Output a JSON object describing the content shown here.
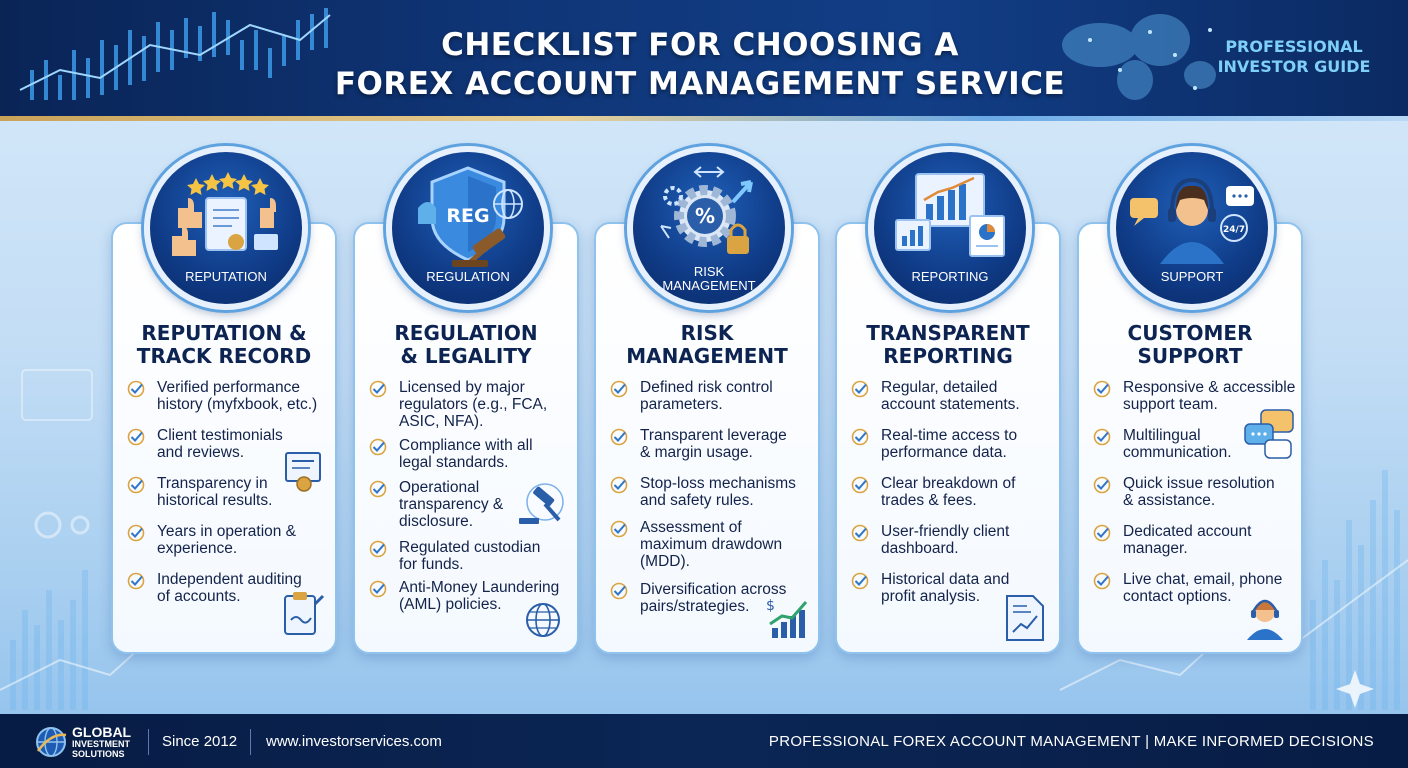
{
  "header": {
    "title_line1": "CHECKLIST FOR CHOOSING A",
    "title_line2": "FOREX ACCOUNT MANAGEMENT SERVICE",
    "guide_line1": "PROFESSIONAL",
    "guide_line2": "INVESTOR GUIDE"
  },
  "cards": [
    {
      "badge_label": "REPUTATION",
      "title_line1": "REPUTATION &",
      "title_line2": "TRACK RECORD",
      "icon": "reputation-thumbs-up-icon",
      "items": [
        {
          "line1": "Verified performance",
          "line2": "history (myfxbook, etc.)"
        },
        {
          "line1": "Client testimonials",
          "line2": "and reviews."
        },
        {
          "line1": "Transparency in",
          "line2": "historical results."
        },
        {
          "line1": "Years in operation &",
          "line2": "experience."
        },
        {
          "line1": "Independent auditing",
          "line2": "of accounts."
        }
      ]
    },
    {
      "badge_label": "REGULATION",
      "badge_text": "REG",
      "title_line1": "REGULATION",
      "title_line2": "& LEGALITY",
      "icon": "regulation-shield-gavel-icon",
      "items": [
        {
          "line1": "Licensed by major",
          "line2": "regulators (e.g., FCA,",
          "line3": "ASIC, NFA)."
        },
        {
          "line1": "Compliance with all",
          "line2": "legal standards."
        },
        {
          "line1": "Operational",
          "line2": "transparency &",
          "line3": "disclosure."
        },
        {
          "line1": "Regulated custodian",
          "line2": "for funds."
        },
        {
          "line1": "Anti-Money Laundering",
          "line2": "(AML) policies."
        }
      ]
    },
    {
      "badge_label_line1": "RISK",
      "badge_label_line2": "MANAGEMENT",
      "title_line1": "RISK",
      "title_line2": "MANAGEMENT",
      "icon": "risk-gear-lock-icon",
      "items": [
        {
          "line1": "Defined risk control",
          "line2": "parameters."
        },
        {
          "line1": "Transparent leverage",
          "line2": "& margin usage."
        },
        {
          "line1": "Stop-loss mechanisms",
          "line2": "and safety rules."
        },
        {
          "line1": "Assessment of",
          "line2": "maximum drawdown",
          "line3": "(MDD)."
        },
        {
          "line1": "Diversification across",
          "line2": "pairs/strategies."
        }
      ]
    },
    {
      "badge_label": "REPORTING",
      "title_line1": "TRANSPARENT",
      "title_line2": "REPORTING",
      "icon": "reporting-charts-icon",
      "items": [
        {
          "line1": "Regular, detailed",
          "line2": "account statements."
        },
        {
          "line1": "Real-time access to",
          "line2": "performance data."
        },
        {
          "line1": "Clear breakdown of",
          "line2": "trades & fees."
        },
        {
          "line1": "User-friendly client",
          "line2": "dashboard."
        },
        {
          "line1": "Historical data and",
          "line2": "profit analysis."
        }
      ]
    },
    {
      "badge_label": "SUPPORT",
      "badge_text": "24/7",
      "title_line1": "CUSTOMER",
      "title_line2": "SUPPORT",
      "icon": "support-headset-icon",
      "items": [
        {
          "line1": "Responsive & accessible",
          "line2": "support team."
        },
        {
          "line1": "Multilingual",
          "line2": "communication."
        },
        {
          "line1": "Quick issue resolution",
          "line2": "& assistance."
        },
        {
          "line1": "Dedicated account",
          "line2": "manager."
        },
        {
          "line1": "Live chat, email, phone",
          "line2": "contact options."
        }
      ]
    }
  ],
  "footer": {
    "brand_line1": "GLOBAL",
    "brand_line2": "INVESTMENT",
    "brand_line3": "SOLUTIONS",
    "since": "Since 2012",
    "website": "www.investorservices.com",
    "tagline": "PROFESSIONAL FOREX ACCOUNT MANAGEMENT | MAKE INFORMED DECISIONS"
  },
  "colors": {
    "header_bg": "#0f3576",
    "title_text": "#ffffff",
    "guide_text": "#7fd0f7",
    "card_title": "#0d2452",
    "check_gold": "#d9a441",
    "footer_bg": "#0b2655"
  }
}
